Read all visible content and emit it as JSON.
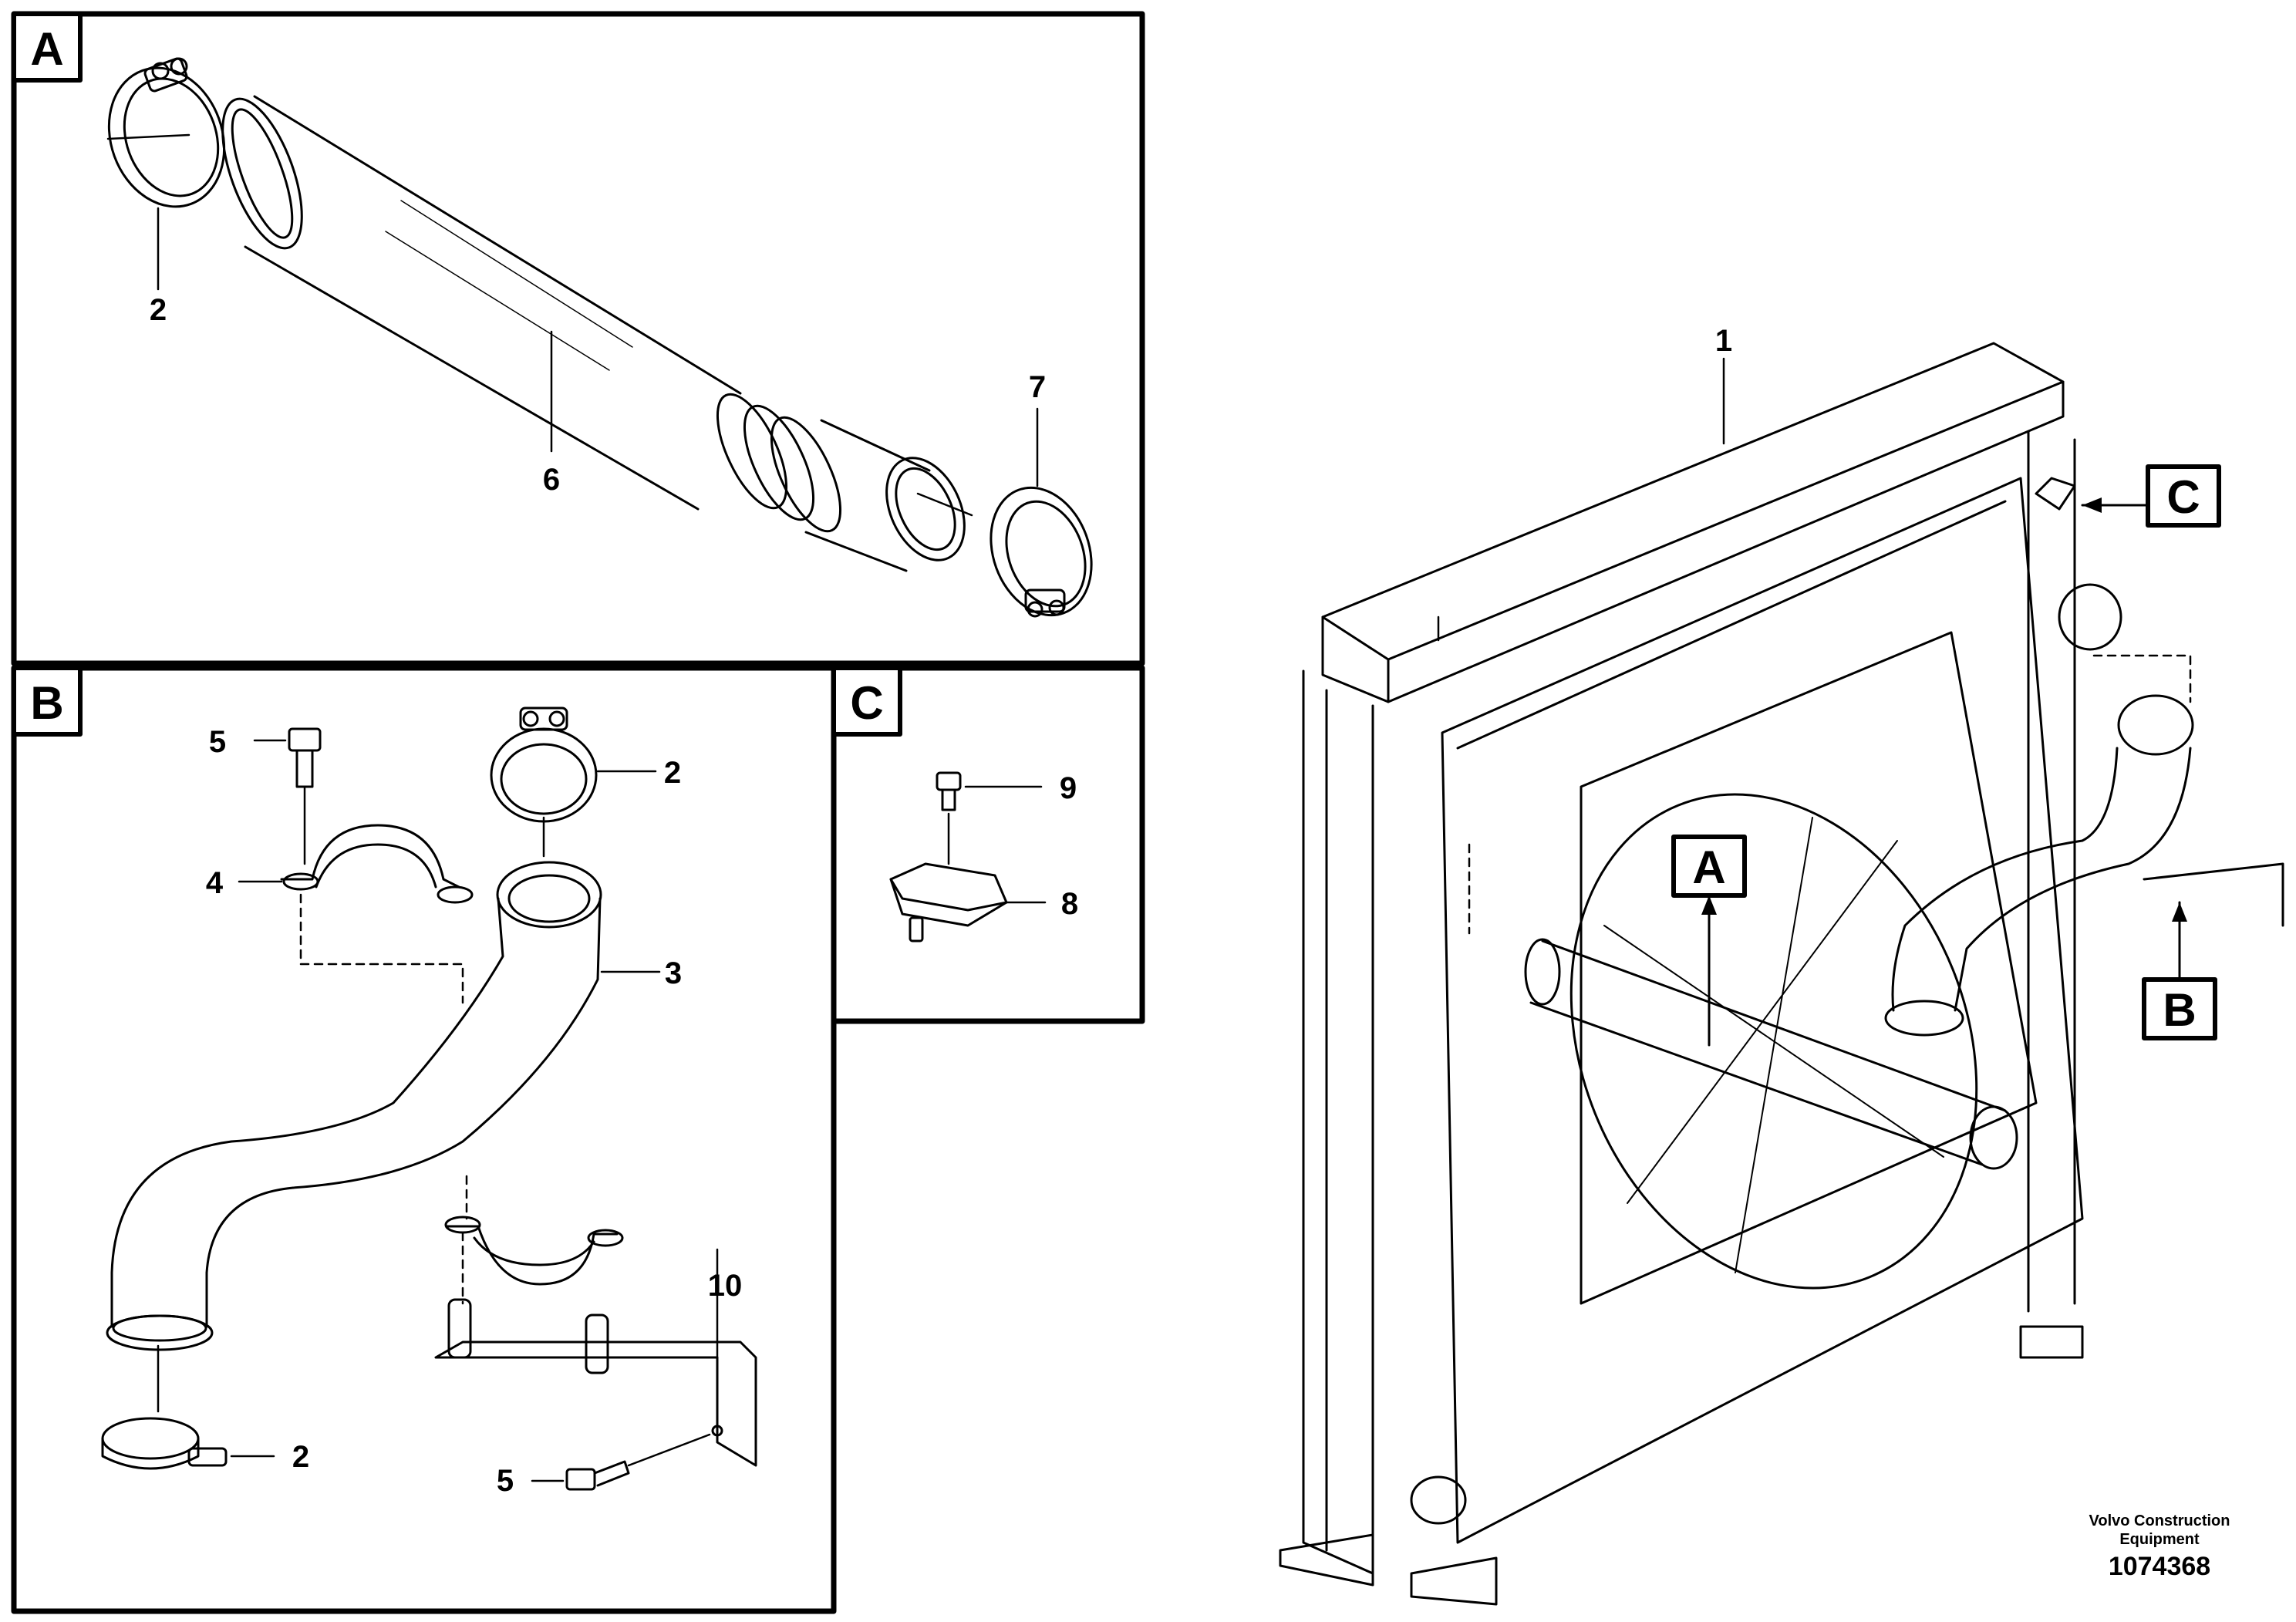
{
  "sections": {
    "a": "A",
    "b": "B",
    "c": "C"
  },
  "callouts": {
    "a": "A",
    "b": "B",
    "c": "C"
  },
  "parts": {
    "p1": "1",
    "p2a": "2",
    "p2b": "2",
    "p2c": "2",
    "p3": "3",
    "p4": "4",
    "p5a": "5",
    "p5b": "5",
    "p6": "6",
    "p7": "7",
    "p8": "8",
    "p9": "9",
    "p10": "10"
  },
  "footer": {
    "brand_line1": "Volvo Construction",
    "brand_line2": "Equipment",
    "drawing_number": "1074368"
  }
}
